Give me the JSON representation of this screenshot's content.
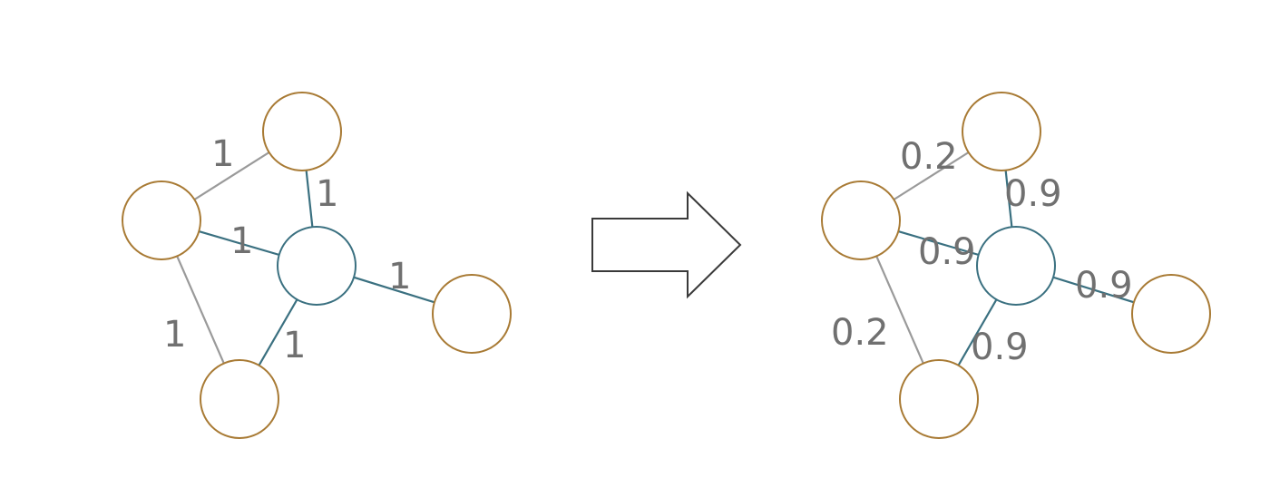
{
  "colors": {
    "outer_node": "#a87a34",
    "hub_node": "#3a7080",
    "hub_edge": "#3a7080",
    "peripheral_edge": "#9a9a9a",
    "label": "#707070",
    "arrow": "#3a3a3a"
  },
  "arrow_icon": "right-arrow-icon",
  "graphs": [
    {
      "name": "graph-before",
      "edges": [
        {
          "id": "top-left",
          "from": "left",
          "to": "top",
          "kind": "peripheral",
          "label": "1"
        },
        {
          "id": "top-hub",
          "from": "top",
          "to": "hub",
          "kind": "hub",
          "label": "1"
        },
        {
          "id": "left-hub",
          "from": "left",
          "to": "hub",
          "kind": "hub",
          "label": "1"
        },
        {
          "id": "hub-right",
          "from": "hub",
          "to": "right",
          "kind": "hub",
          "label": "1"
        },
        {
          "id": "left-bottom",
          "from": "left",
          "to": "bottom",
          "kind": "peripheral",
          "label": "1"
        },
        {
          "id": "hub-bottom",
          "from": "hub",
          "to": "bottom",
          "kind": "hub",
          "label": "1"
        }
      ]
    },
    {
      "name": "graph-after",
      "edges": [
        {
          "id": "top-left",
          "from": "left",
          "to": "top",
          "kind": "peripheral",
          "label": "0.2"
        },
        {
          "id": "top-hub",
          "from": "top",
          "to": "hub",
          "kind": "hub",
          "label": "0.9"
        },
        {
          "id": "left-hub",
          "from": "left",
          "to": "hub",
          "kind": "hub",
          "label": "0.9"
        },
        {
          "id": "hub-right",
          "from": "hub",
          "to": "right",
          "kind": "hub",
          "label": "0.9"
        },
        {
          "id": "left-bottom",
          "from": "left",
          "to": "bottom",
          "kind": "peripheral",
          "label": "0.2"
        },
        {
          "id": "hub-bottom",
          "from": "hub",
          "to": "bottom",
          "kind": "hub",
          "label": "0.9"
        }
      ]
    }
  ]
}
